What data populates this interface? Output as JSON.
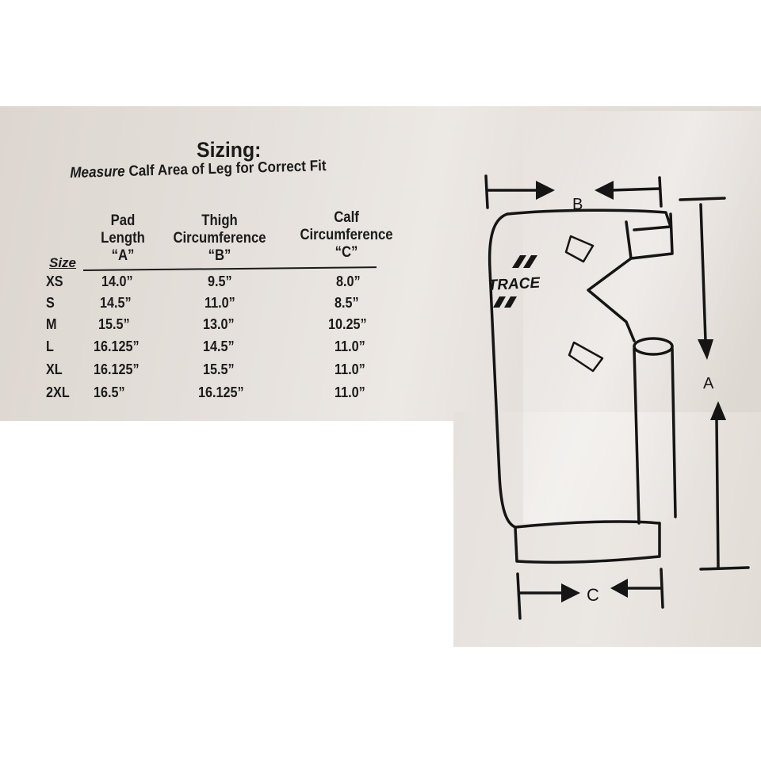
{
  "header": {
    "title": "Sizing:",
    "subtitle_em": "Measure",
    "subtitle_rest": "Calf Area of Leg for Correct Fit"
  },
  "columns": {
    "size": "Size",
    "pad": [
      "Pad",
      "Length",
      "“A”"
    ],
    "thigh": [
      "Thigh",
      "Circumference",
      "“B”"
    ],
    "calf": [
      "Calf",
      "Circumference",
      "“C”"
    ]
  },
  "rows": [
    {
      "size": "XS",
      "a": "14.0”",
      "b": "9.5”",
      "c": "8.0”"
    },
    {
      "size": "S",
      "a": "14.5”",
      "b": "11.0”",
      "c": "8.5”"
    },
    {
      "size": "M",
      "a": "15.5”",
      "b": "13.0”",
      "c": "10.25”"
    },
    {
      "size": "L",
      "a": "16.125”",
      "b": "14.5”",
      "c": "11.0”"
    },
    {
      "size": "XL",
      "a": "16.125”",
      "b": "15.5”",
      "c": "11.0”"
    },
    {
      "size": "2XL",
      "a": "16.5”",
      "b": "16.125”",
      "c": "11.0”"
    }
  ],
  "diagram": {
    "label_a": "A",
    "label_b": "B",
    "label_c": "C",
    "logo_text": "TRACE"
  }
}
